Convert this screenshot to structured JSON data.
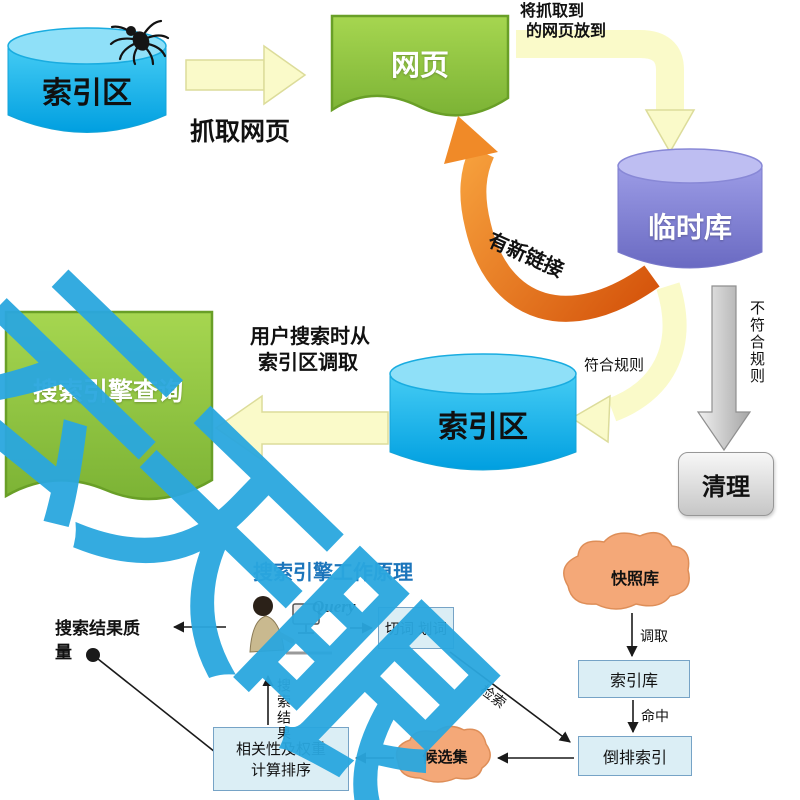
{
  "watermark": {
    "text": "云天眼",
    "color": "#2AA7DF"
  },
  "colors": {
    "cyan_cylinder": "#00AEEF",
    "purple_cylinder": "#7B7BD0",
    "green_document": "#8CC63F",
    "yellow_arrow": "#FAFAC9",
    "orange_arrow": "#E8731E",
    "gray_arrow": "#BFBFBF",
    "flow_box_fill": "#DBEEF5",
    "flow_box_border": "#76A3C6",
    "cloud_fill": "#F4A878",
    "title_blue": "#1C75BB"
  },
  "top_flow": {
    "index_db_1": "索引区",
    "crawl_label": "抓取网页",
    "webpage": "网页",
    "note_line1": "将抓取到",
    "note_line2": "的网页放到",
    "temp_db": "临时库",
    "new_link_label": "有新链接",
    "match_rule_label": "符合规则",
    "no_match_label": "不符合规则",
    "clean_box": "清理",
    "index_db_2": "索引区",
    "query_doc": "搜索引擎查询",
    "query_note_line1": "用户搜索时从",
    "query_note_line2": "索引区调取"
  },
  "bottom_flow": {
    "title": "搜索引擎工作原理",
    "query_label": "Query",
    "segment_box": "切词 划词",
    "snapshot_cloud": "快照库",
    "fetch_label": "调取",
    "index_store_box": "索引库",
    "hit_label": "命中",
    "inverted_index_box": "倒排索引",
    "candidate_set": "候选集",
    "ranking_line1": "相关性及权重",
    "ranking_line2": "计算排序",
    "result_label": "搜索结果",
    "retrieve_label": "检索",
    "quality_line1": "搜索结果质",
    "quality_line2": "量"
  }
}
